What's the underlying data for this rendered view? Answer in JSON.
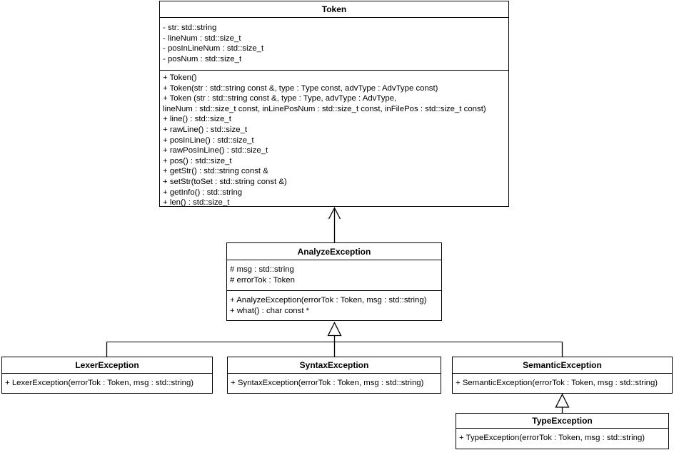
{
  "diagram": {
    "kind": "uml-class-diagram",
    "colors": {
      "border": "#000000",
      "background": "#ffffff",
      "text": "#000000"
    },
    "classes": {
      "token": {
        "name": "Token",
        "attributes": [
          "- str: std::string",
          "- lineNum : std::size_t",
          "- posInLineNum : std::size_t",
          "- posNum : std::size_t"
        ],
        "methods": [
          "+ Token()",
          "+ Token(str : std::string const &, type : Type const, advType : AdvType const)",
          "+ Token (str : std::string const &, type : Type, advType : AdvType,",
          "lineNum : std::size_t const, inLinePosNum : std::size_t const, inFilePos : std::size_t const)",
          "+ line() : std::size_t",
          "+ rawLine() : std::size_t",
          "+ posInLine() : std::size_t",
          "+ rawPosInLine() : std::size_t",
          "+ pos() : std::size_t",
          "+ getStr() : std::string const &",
          "+ setStr(toSet : std::string const &)",
          "+ getInfo() : std::string",
          "+ len() : std::size_t"
        ]
      },
      "analyze_exception": {
        "name": "AnalyzeException",
        "attributes": [
          "# msg : std::string",
          "# errorTok : Token"
        ],
        "methods": [
          "+ AnalyzeException(errorTok : Token, msg : std::string)",
          "+ what() : char const *"
        ]
      },
      "lexer_exception": {
        "name": "LexerException",
        "methods": [
          "+ LexerException(errorTok : Token, msg : std::string)"
        ]
      },
      "syntax_exception": {
        "name": "SyntaxException",
        "methods": [
          "+ SyntaxException(errorTok : Token, msg : std::string)"
        ]
      },
      "semantic_exception": {
        "name": "SemanticException",
        "methods": [
          "+ SemanticException(errorTok : Token, msg : std::string)"
        ]
      },
      "type_exception": {
        "name": "TypeException",
        "methods": [
          "+ TypeException(errorTok : Token, msg : std::string)"
        ]
      }
    },
    "relations": [
      {
        "from": "AnalyzeException",
        "to": "Token",
        "type": "open-arrow"
      },
      {
        "from": "LexerException",
        "to": "AnalyzeException",
        "type": "generalization"
      },
      {
        "from": "SyntaxException",
        "to": "AnalyzeException",
        "type": "generalization"
      },
      {
        "from": "SemanticException",
        "to": "AnalyzeException",
        "type": "generalization"
      },
      {
        "from": "TypeException",
        "to": "SemanticException",
        "type": "generalization"
      }
    ]
  }
}
